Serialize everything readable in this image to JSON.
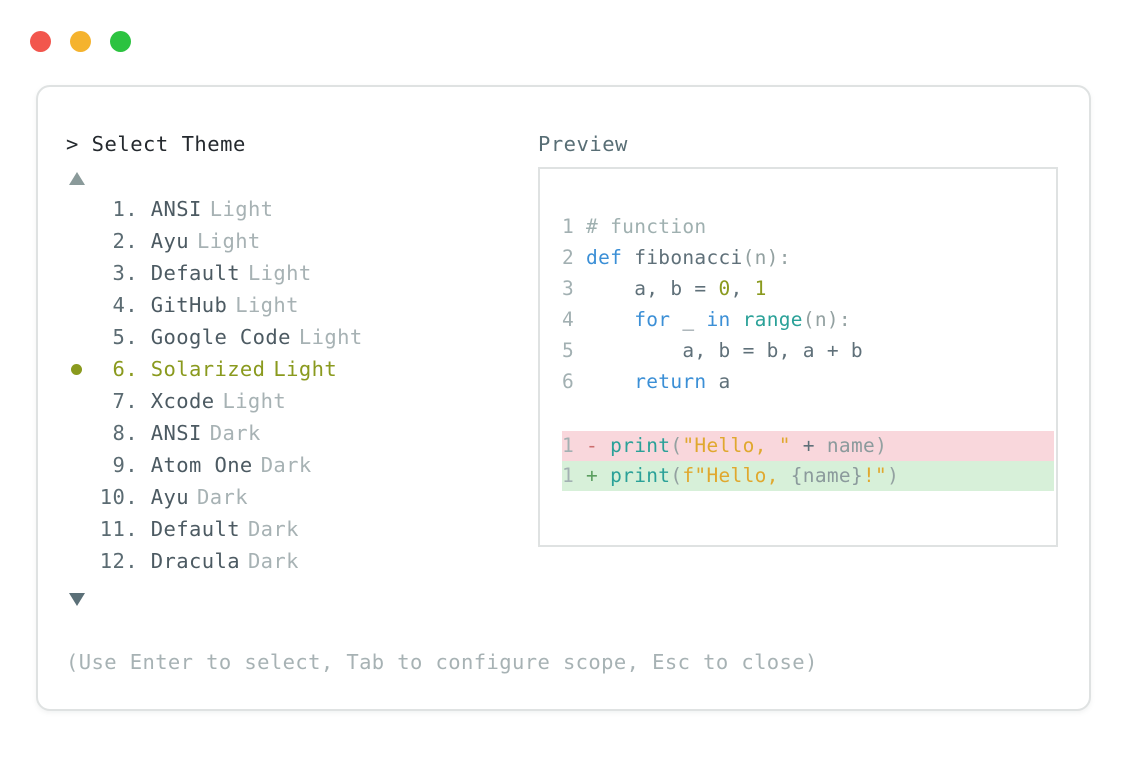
{
  "window": {
    "traffic_lights": [
      {
        "name": "close-button",
        "color": "#f2564d"
      },
      {
        "name": "minimize-button",
        "color": "#f5b32e"
      },
      {
        "name": "maximize-button",
        "color": "#2cc340"
      }
    ]
  },
  "left_pane": {
    "title": "> Select Theme",
    "scroll_up_icon": "triangle-up-icon",
    "scroll_down_icon": "triangle-down-icon",
    "selected_index": 6,
    "themes": [
      {
        "num": " 1.",
        "name": "ANSI",
        "variant": "Light",
        "selected": false
      },
      {
        "num": " 2.",
        "name": "Ayu",
        "variant": "Light",
        "selected": false
      },
      {
        "num": " 3.",
        "name": "Default",
        "variant": "Light",
        "selected": false
      },
      {
        "num": " 4.",
        "name": "GitHub",
        "variant": "Light",
        "selected": false
      },
      {
        "num": " 5.",
        "name": "Google Code",
        "variant": "Light",
        "selected": false
      },
      {
        "num": " 6.",
        "name": "Solarized",
        "variant": "Light",
        "selected": true
      },
      {
        "num": " 7.",
        "name": "Xcode",
        "variant": "Light",
        "selected": false
      },
      {
        "num": " 8.",
        "name": "ANSI",
        "variant": "Dark",
        "selected": false
      },
      {
        "num": " 9.",
        "name": "Atom One",
        "variant": "Dark",
        "selected": false
      },
      {
        "num": "10.",
        "name": "Ayu",
        "variant": "Dark",
        "selected": false
      },
      {
        "num": "11.",
        "name": "Default",
        "variant": "Dark",
        "selected": false
      },
      {
        "num": "12.",
        "name": "Dracula",
        "variant": "Dark",
        "selected": false
      }
    ]
  },
  "right_pane": {
    "title": "Preview",
    "code_lines": [
      {
        "ln": "1",
        "tokens": [
          {
            "t": "# function",
            "c": "tok-comment"
          }
        ]
      },
      {
        "ln": "2",
        "tokens": [
          {
            "t": "def ",
            "c": "tok-keyword"
          },
          {
            "t": "fibonacci",
            "c": "tok-fn"
          },
          {
            "t": "(n):",
            "c": "tok-punct"
          }
        ]
      },
      {
        "ln": "3",
        "tokens": [
          {
            "t": "    a, b = ",
            "c": "tok-plain"
          },
          {
            "t": "0",
            "c": "tok-number"
          },
          {
            "t": ", ",
            "c": "tok-plain"
          },
          {
            "t": "1",
            "c": "tok-number"
          }
        ]
      },
      {
        "ln": "4",
        "tokens": [
          {
            "t": "    ",
            "c": "tok-plain"
          },
          {
            "t": "for",
            "c": "tok-keyword"
          },
          {
            "t": " _ ",
            "c": "tok-plain"
          },
          {
            "t": "in",
            "c": "tok-keyword"
          },
          {
            "t": " ",
            "c": "tok-plain"
          },
          {
            "t": "range",
            "c": "tok-builtin"
          },
          {
            "t": "(n):",
            "c": "tok-punct"
          }
        ]
      },
      {
        "ln": "5",
        "tokens": [
          {
            "t": "        a, b = b, a + b",
            "c": "tok-plain"
          }
        ]
      },
      {
        "ln": "6",
        "tokens": [
          {
            "t": "    ",
            "c": "tok-plain"
          },
          {
            "t": "return",
            "c": "tok-keyword"
          },
          {
            "t": " a",
            "c": "tok-plain"
          }
        ]
      }
    ],
    "diff_lines": [
      {
        "ln": "1",
        "sign": "-",
        "kind": "del",
        "tokens": [
          {
            "t": "print",
            "c": "tok-builtin"
          },
          {
            "t": "(",
            "c": "tok-punct"
          },
          {
            "t": "\"Hello, \"",
            "c": "tok-string"
          },
          {
            "t": " + ",
            "c": "tok-plain"
          },
          {
            "t": "name",
            "c": "tok-var"
          },
          {
            "t": ")",
            "c": "tok-punct"
          }
        ]
      },
      {
        "ln": "1",
        "sign": "+",
        "kind": "add",
        "tokens": [
          {
            "t": "print",
            "c": "tok-builtin"
          },
          {
            "t": "(",
            "c": "tok-punct"
          },
          {
            "t": "f\"Hello, ",
            "c": "tok-string"
          },
          {
            "t": "{name}",
            "c": "tok-var"
          },
          {
            "t": "!\"",
            "c": "tok-string"
          },
          {
            "t": ")",
            "c": "tok-punct"
          }
        ]
      }
    ]
  },
  "footer": {
    "hint": "(Use Enter to select, Tab to configure scope, Esc to close)"
  }
}
